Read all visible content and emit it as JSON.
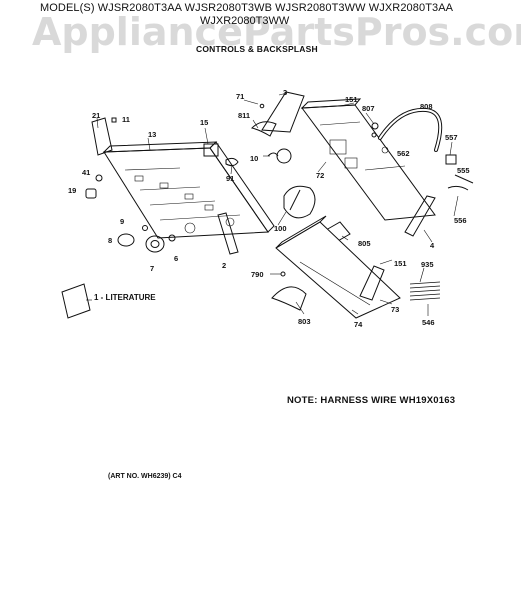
{
  "header": {
    "models_line1": "MODEL(S) WJSR2080T3AA  WJSR2080T3WB  WJSR2080T3WW  WJXR2080T3AA",
    "models_line2": "WJXR2080T3WW",
    "section_title": "CONTROLS & BACKSPLASH"
  },
  "watermark": "AppliancePartsPros.com",
  "note": "NOTE: HARNESS WIRE WH19X0163",
  "art_number": "(ART NO. WH6239) C4",
  "literature_label": "1 - LITERATURE",
  "part_labels": {
    "p2": "2",
    "p3": "3",
    "p4": "4",
    "p6": "6",
    "p7": "7",
    "p8": "8",
    "p9": "9",
    "p10": "10",
    "p11": "11",
    "p13": "13",
    "p15": "15",
    "p19": "19",
    "p21": "21",
    "p41": "41",
    "p71": "71",
    "p72": "72",
    "p73": "73",
    "p74": "74",
    "p91": "91",
    "p100": "100",
    "p151a": "151",
    "p151b": "151",
    "p546": "546",
    "p555": "555",
    "p556": "556",
    "p557": "557",
    "p562": "562",
    "p790": "790",
    "p803": "803",
    "p805": "805",
    "p807": "807",
    "p808": "808",
    "p811": "811",
    "p935": "935"
  }
}
